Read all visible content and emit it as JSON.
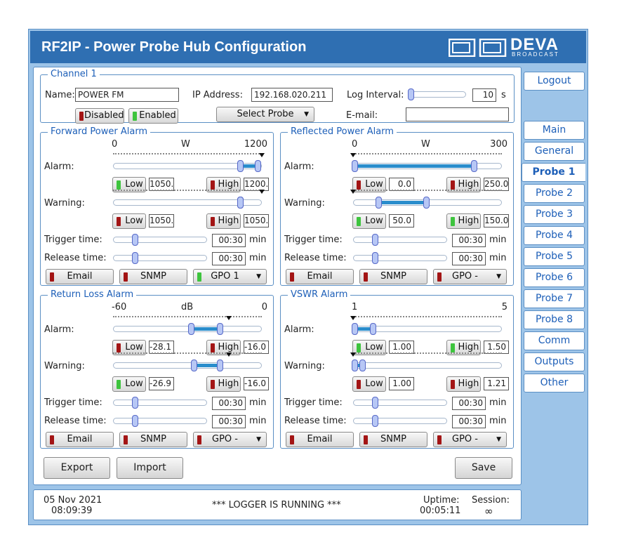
{
  "window": {
    "title": "RF2IP - Power Probe Hub Configuration",
    "logo": "DEVA",
    "logo_sub": "BROADCAST"
  },
  "nav": {
    "logout": "Logout",
    "items": [
      "Main",
      "General",
      "Probe 1",
      "Probe 2",
      "Probe 3",
      "Probe 4",
      "Probe 5",
      "Probe 6",
      "Probe 7",
      "Probe 8",
      "Comm",
      "Outputs",
      "Other"
    ],
    "active": "Probe 1"
  },
  "channel": {
    "legend": "Channel  1",
    "name_label": "Name:",
    "name_value": "POWER FM",
    "ip_label": "IP Address:",
    "ip_value": "192.168.020.211",
    "log_label": "Log Interval:",
    "log_value": "10",
    "log_unit": "s",
    "disabled": "Disabled",
    "enabled": "Enabled",
    "select_probe": "Select Probe",
    "email_label": "E-mail:",
    "email_value": ""
  },
  "panels": [
    {
      "legend": "Forward Power Alarm",
      "scale_min": "0",
      "scale_unit": "W",
      "scale_max": "1200",
      "alarm_label": "Alarm:",
      "warning_label": "Warning:",
      "alarm_low": "1050.",
      "alarm_high": "1200.",
      "warning_low": "1050.",
      "warning_high": "1050.",
      "alarm_low_led": "green",
      "alarm_high_led": "red",
      "warning_low_led": "red",
      "warning_high_led": "red",
      "trigger_label": "Trigger time:",
      "trigger_value": "00:30",
      "release_label": "Release time:",
      "release_value": "00:30",
      "unit_min": "min",
      "email": "Email",
      "snmp": "SNMP",
      "gpo": "GPO 1",
      "gpo_led": "green",
      "alarm_range": [
        0.875,
        1.0
      ],
      "warning_range": [
        0.875,
        0.875
      ],
      "alarm_marker": 1.0,
      "warning_marker": 1.0
    },
    {
      "legend": "Reflected Power Alarm",
      "scale_min": "0",
      "scale_unit": "W",
      "scale_max": "300",
      "alarm_label": "Alarm:",
      "warning_label": "Warning:",
      "alarm_low": "0.0",
      "alarm_high": "250.0",
      "warning_low": "50.0",
      "warning_high": "150.0",
      "alarm_low_led": "red",
      "alarm_high_led": "red",
      "warning_low_led": "green",
      "warning_high_led": "green",
      "trigger_label": "Trigger time:",
      "trigger_value": "00:30",
      "release_label": "Release time:",
      "release_value": "00:30",
      "unit_min": "min",
      "email": "Email",
      "snmp": "SNMP",
      "gpo": "GPO -",
      "gpo_led": "red",
      "alarm_range": [
        0.0,
        0.833
      ],
      "warning_range": [
        0.167,
        0.5
      ],
      "alarm_marker": 0.0,
      "warning_marker": 0.0
    },
    {
      "legend": "Return Loss Alarm",
      "scale_min": "-60",
      "scale_unit": "dB",
      "scale_max": "0",
      "alarm_label": "Alarm:",
      "warning_label": "Warning:",
      "alarm_low": "-28.1",
      "alarm_high": "-16.0",
      "warning_low": "-26.9",
      "warning_high": "-16.0",
      "alarm_low_led": "red",
      "alarm_high_led": "red",
      "warning_low_led": "green",
      "warning_high_led": "red",
      "trigger_label": "Trigger time:",
      "trigger_value": "00:30",
      "release_label": "Release time:",
      "release_value": "00:30",
      "unit_min": "min",
      "email": "Email",
      "snmp": "SNMP",
      "gpo": "GPO -",
      "gpo_led": "red",
      "alarm_range": [
        0.532,
        0.733
      ],
      "warning_range": [
        0.552,
        0.733
      ],
      "alarm_marker": 0.78,
      "warning_marker": 0.78
    },
    {
      "legend": "VSWR Alarm",
      "scale_min": "1",
      "scale_unit": "",
      "scale_max": "5",
      "alarm_label": "Alarm:",
      "warning_label": "Warning:",
      "alarm_low": "1.00",
      "alarm_high": "1.50",
      "warning_low": "1.00",
      "warning_high": "1.21",
      "alarm_low_led": "green",
      "alarm_high_led": "green",
      "warning_low_led": "red",
      "warning_high_led": "red",
      "trigger_label": "Trigger time:",
      "trigger_value": "00:30",
      "release_label": "Release time:",
      "release_value": "00:30",
      "unit_min": "min",
      "email": "Email",
      "snmp": "SNMP",
      "gpo": "GPO -",
      "gpo_led": "red",
      "alarm_range": [
        0.0,
        0.125
      ],
      "warning_range": [
        0.0,
        0.0525
      ],
      "alarm_marker": 0.0,
      "warning_marker": 0.0
    }
  ],
  "actions": {
    "export": "Export",
    "import": "Import",
    "save": "Save"
  },
  "footer": {
    "date": "05 Nov 2021",
    "time": "08:09:39",
    "status": "*** LOGGER IS RUNNING ***",
    "uptime_label": "Uptime:",
    "uptime_value": "00:05:11",
    "session_label": "Session:",
    "session_value": "∞"
  },
  "colors": {
    "accent": "#2f6fb2",
    "link": "#1d5fb8",
    "led_red": "#a31515",
    "led_green": "#3ec43e",
    "slider_fill": "#2a8dcc"
  }
}
